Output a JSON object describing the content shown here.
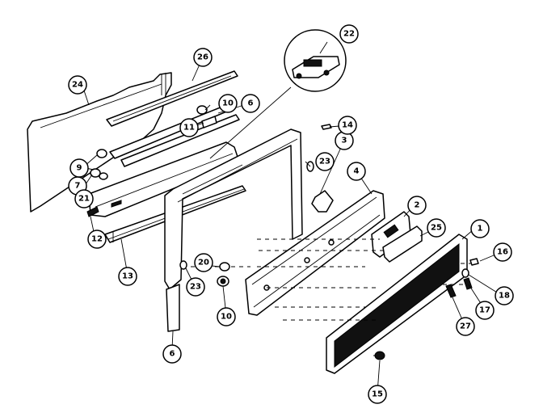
{
  "callouts": [
    {
      "id": "c1",
      "label": "1"
    },
    {
      "id": "c2",
      "label": "2"
    },
    {
      "id": "c3",
      "label": "3"
    },
    {
      "id": "c4",
      "label": "4"
    },
    {
      "id": "c6a",
      "label": "6"
    },
    {
      "id": "c6b",
      "label": "6"
    },
    {
      "id": "c7",
      "label": "7"
    },
    {
      "id": "c9",
      "label": "9"
    },
    {
      "id": "c10a",
      "label": "10"
    },
    {
      "id": "c10b",
      "label": "10"
    },
    {
      "id": "c11",
      "label": "11"
    },
    {
      "id": "c12",
      "label": "12"
    },
    {
      "id": "c13",
      "label": "13"
    },
    {
      "id": "c14",
      "label": "14"
    },
    {
      "id": "c15",
      "label": "15"
    },
    {
      "id": "c16",
      "label": "16"
    },
    {
      "id": "c17",
      "label": "17"
    },
    {
      "id": "c18",
      "label": "18"
    },
    {
      "id": "c20",
      "label": "20"
    },
    {
      "id": "c21",
      "label": "21"
    },
    {
      "id": "c22",
      "label": "22"
    },
    {
      "id": "c23a",
      "label": "23"
    },
    {
      "id": "c23b",
      "label": "23"
    },
    {
      "id": "c24",
      "label": "24"
    },
    {
      "id": "c25",
      "label": "25"
    },
    {
      "id": "c26",
      "label": "26"
    },
    {
      "id": "c27",
      "label": "27"
    }
  ]
}
